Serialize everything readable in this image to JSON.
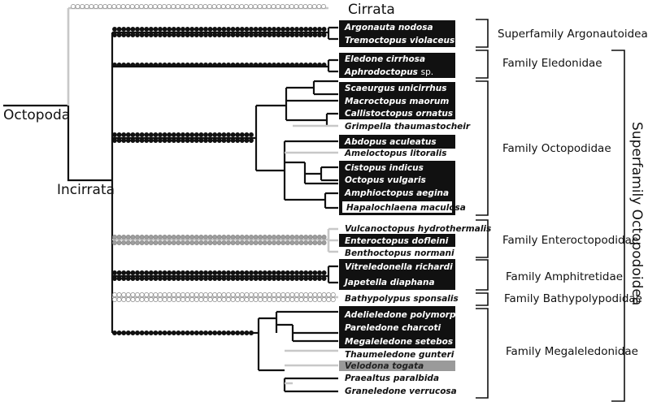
{
  "labels": {
    "cirrata": "Cirrata",
    "octopoda": "Octopoda",
    "incirrata": "Incirrata",
    "superfamily_octopodoidea": "Superfamily Octopodoidea"
  },
  "groups": [
    {
      "key": "argonautoidea",
      "label": "Superfamily Argonautoidea"
    },
    {
      "key": "eledonidae",
      "label": "Family Eledonidae"
    },
    {
      "key": "octopodidae",
      "label": "Family Octopodidae"
    },
    {
      "key": "enteroctopodidae",
      "label": "Family Enteroctopodidae"
    },
    {
      "key": "amphitretidae",
      "label": "Family Amphitretidae"
    },
    {
      "key": "bathypolypodidae",
      "label": "Family Bathypolypodidae"
    },
    {
      "key": "megaleledonidae",
      "label": "Family Megaleledonidae"
    }
  ],
  "species": {
    "argonauta": "Argonauta nodosa",
    "tremoctopus": "Tremoctopus violaceus",
    "eledone": "Eledone cirrhosa",
    "aphrodoctopus": "Aphrodoctopus",
    "aphrodoctopus_suffix": "sp.",
    "scaeurgus": "Scaeurgus unicirrhus",
    "macroctopus": "Macroctopus maorum",
    "callistoctopus": "Callistoctopus ornatus",
    "grimpella": "Grimpella thaumastocheir",
    "abdopus": "Abdopus aculeatus",
    "ameloctopus": "Ameloctopus litoralis",
    "cistopus": "Cistopus indicus",
    "octopus": "Octopus vulgaris",
    "amphioctopus": "Amphioctopus aegina",
    "hapalochlaena": "Hapalochlaena maculosa",
    "vulcanoctopus": "Vulcanoctopus hydrothermalis",
    "enteroctopus": "Enteroctopus dofleini",
    "benthoctopus": "Benthoctopus normani",
    "vitreledonella": "Vitreledonella richardi",
    "japetella": "Japetella diaphana",
    "bathypolypus": "Bathypolypus sponsalis",
    "adelieledone": "Adelieledone polymorpha",
    "pareledone": "Pareledone charcoti",
    "megaleledone": "Megaleledone setebos",
    "thaumeledone": "Thaumeledone gunteri",
    "velodona": "Velodona togata",
    "praealtus": "Praealtus paralbida",
    "graneledone": "Graneledone verrucosa"
  },
  "colors": {
    "box_dark": "#111111",
    "box_grey": "#9a9a9a",
    "dot_black": "#111111",
    "dot_grey": "#9e9e9e",
    "dot_open": "#ffffff",
    "line": "#111111",
    "line_light": "#c8c8c8"
  }
}
